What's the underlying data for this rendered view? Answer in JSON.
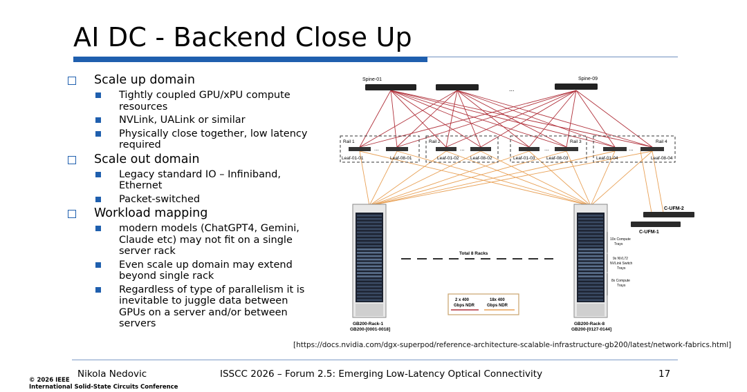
{
  "slide": {
    "title": "AI DC - Backend Close Up"
  },
  "bullets": [
    {
      "text": "Scale up domain",
      "subs": [
        "Tightly coupled GPU/xPU compute resources",
        "NVLink, UALink or similar",
        "Physically close together, low latency required"
      ]
    },
    {
      "text": "Scale out domain",
      "subs": [
        "Legacy standard IO – Infiniband, Ethernet",
        "Packet-switched"
      ]
    },
    {
      "text": "Workload mapping",
      "subs": [
        "modern models (ChatGPT4, Gemini, Claude etc) may not fit on a single server rack",
        "Even scale up domain may extend beyond single rack",
        "Regardless of type of parallelism it is inevitable to juggle data between GPUs on a server and/or between servers"
      ]
    }
  ],
  "figure": {
    "spine_labels": [
      "Spine-01",
      "Spine-09"
    ],
    "ellipsis": "...",
    "rails": [
      {
        "name": "Rail 1",
        "left": "Leaf-01-01",
        "right": "Leaf-08-01"
      },
      {
        "name": "Rail 2",
        "left": "Leaf-01-02",
        "right": "Leaf-08-02"
      },
      {
        "name": "Rail 3",
        "left": "Leaf-01-03",
        "right": "Leaf-08-03"
      },
      {
        "name": "Rail 4",
        "left": "Leaf-01-04",
        "right": "Leaf-08-04"
      }
    ],
    "ufm": [
      "C-UFM-2",
      "C-UFM-1"
    ],
    "total_racks": "Total 8 Racks",
    "rack_left": {
      "name": "GB200-Rack-1",
      "range": "GB200-[0001-0018]"
    },
    "rack_right": {
      "name": "GB200-Rack-8",
      "range": "GB200-[0127-0144]"
    },
    "annotations": [
      {
        "l1": "10x Compute",
        "l2": "Trays",
        "l3": ""
      },
      {
        "l1": "9x NVL72",
        "l2": "NVLink Switch",
        "l3": "Trays"
      },
      {
        "l1": "8x Compute",
        "l2": "Trays",
        "l3": ""
      }
    ],
    "legend": [
      {
        "l1": "2 x 400",
        "l2": "Gbps NDR",
        "color": "#b0303a"
      },
      {
        "l1": "18x 400",
        "l2": "Gbps NDR",
        "color": "#e8a055"
      }
    ]
  },
  "reference": "[https://docs.nvidia.com/dgx-superpod/reference-architecture-scalable-infrastructure-gb200/latest/network-fabrics.html]",
  "footer": {
    "author": "Nikola Nedovic",
    "conference": "ISSCC 2026 – Forum 2.5: Emerging Low-Latency Optical Connectivity",
    "page": "17",
    "copyright": "© 2026 IEEE",
    "org": "International Solid-State Circuits Conference"
  },
  "colors": {
    "accent": "#1f5fae",
    "spine_link": "#b0303a",
    "leaf_link": "#e8a055"
  }
}
